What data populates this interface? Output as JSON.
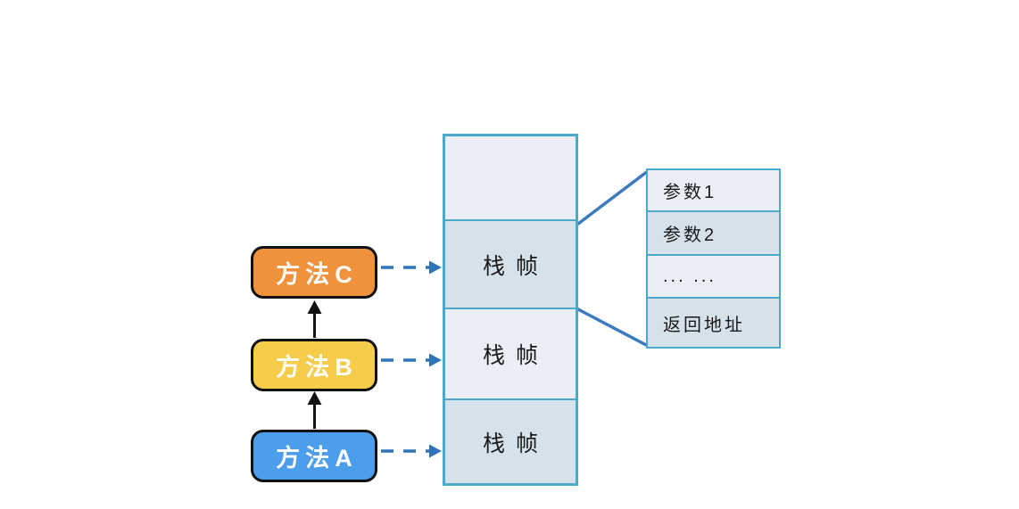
{
  "methods": [
    {
      "label": "方法C"
    },
    {
      "label": "方法B"
    },
    {
      "label": "方法A"
    }
  ],
  "stack": {
    "cells": [
      {
        "label": ""
      },
      {
        "label": "栈帧"
      },
      {
        "label": "栈帧"
      },
      {
        "label": "栈帧"
      }
    ]
  },
  "frame_detail": {
    "rows": [
      "参数1",
      "参数2",
      "... ...",
      "返回地址"
    ]
  },
  "colors": {
    "background": "#FFFFFF",
    "method-c-fill": "#F0913C",
    "method-b-fill": "#F5CD4A",
    "method-a-fill": "#4C9EEC",
    "box-border": "#111111",
    "box-text": "#FFFFFF",
    "stack-border": "#4BA9C9",
    "cell-light": "#E9EFF4",
    "cell-dark": "#D5E2EB",
    "arrow-black": "#111111",
    "arrow-blue": "#2E74B8",
    "connector-blue": "#3C7ABF",
    "label-text": "#1A1A1A"
  }
}
